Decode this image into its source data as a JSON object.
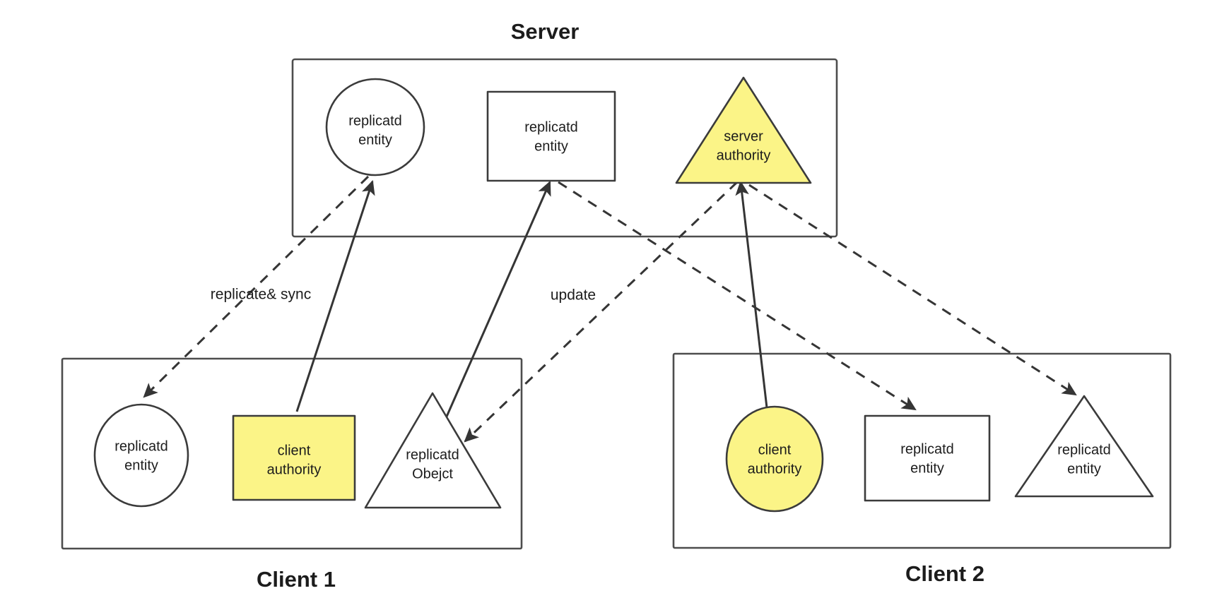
{
  "diagram": {
    "title_server": "Server",
    "title_client1": "Client 1",
    "title_client2": "Client 2",
    "colors": {
      "authority_yellow": "#fbf487",
      "shape_stroke": "#3b3b3b",
      "container_stroke": "#4d4d4d",
      "text": "#1c1c1c",
      "background": "#ffffff"
    },
    "server": {
      "label": "Server",
      "nodes": [
        {
          "id": "server-ellipse",
          "shape": "ellipse",
          "fill": "white",
          "line1": "replicatd",
          "line2": "entity"
        },
        {
          "id": "server-rect",
          "shape": "rect",
          "fill": "white",
          "line1": "replicatd",
          "line2": "entity"
        },
        {
          "id": "server-triangle",
          "shape": "triangle",
          "fill": "yellow",
          "line1": "server",
          "line2": "authority"
        }
      ]
    },
    "client1": {
      "label": "Client 1",
      "nodes": [
        {
          "id": "client1-ellipse",
          "shape": "ellipse",
          "fill": "white",
          "line1": "replicatd",
          "line2": "entity"
        },
        {
          "id": "client1-rect",
          "shape": "rect",
          "fill": "yellow",
          "line1": "client",
          "line2": "authority"
        },
        {
          "id": "client1-triangle",
          "shape": "triangle",
          "fill": "white",
          "line1": "replicatd",
          "line2": "Obejct"
        }
      ]
    },
    "client2": {
      "label": "Client 2",
      "nodes": [
        {
          "id": "client2-ellipse",
          "shape": "ellipse",
          "fill": "yellow",
          "line1": "client",
          "line2": "authority"
        },
        {
          "id": "client2-rect",
          "shape": "rect",
          "fill": "white",
          "line1": "replicatd",
          "line2": "entity"
        },
        {
          "id": "client2-triangle",
          "shape": "triangle",
          "fill": "white",
          "line1": "replicatd",
          "line2": "entity"
        }
      ]
    },
    "edges": [
      {
        "id": "edge-replicate-sync",
        "label": "replicate& sync",
        "style": "dashed",
        "from": "server-ellipse",
        "to": "client1-ellipse"
      },
      {
        "id": "edge-update",
        "label": "update",
        "style": "solid",
        "from": "client1-rect",
        "to": "server-rect"
      },
      {
        "id": "edge-client1-authority-to-server-ellipse",
        "label": "",
        "style": "solid",
        "from": "client1-triangle-area",
        "to": "server-ellipse"
      },
      {
        "id": "edge-server-triangle-to-client1-triangle",
        "label": "",
        "style": "dashed",
        "from": "server-triangle",
        "to": "client1-triangle"
      },
      {
        "id": "edge-server-triangle-to-client2-rect",
        "label": "",
        "style": "dashed",
        "from": "server-rect",
        "to": "client2-rect"
      },
      {
        "id": "edge-server-to-client2-triangle",
        "label": "",
        "style": "dashed",
        "from": "server-triangle",
        "to": "client2-triangle"
      },
      {
        "id": "edge-client2-authority-to-server-triangle",
        "label": "",
        "style": "solid",
        "from": "client2-ellipse",
        "to": "server-triangle"
      }
    ]
  }
}
